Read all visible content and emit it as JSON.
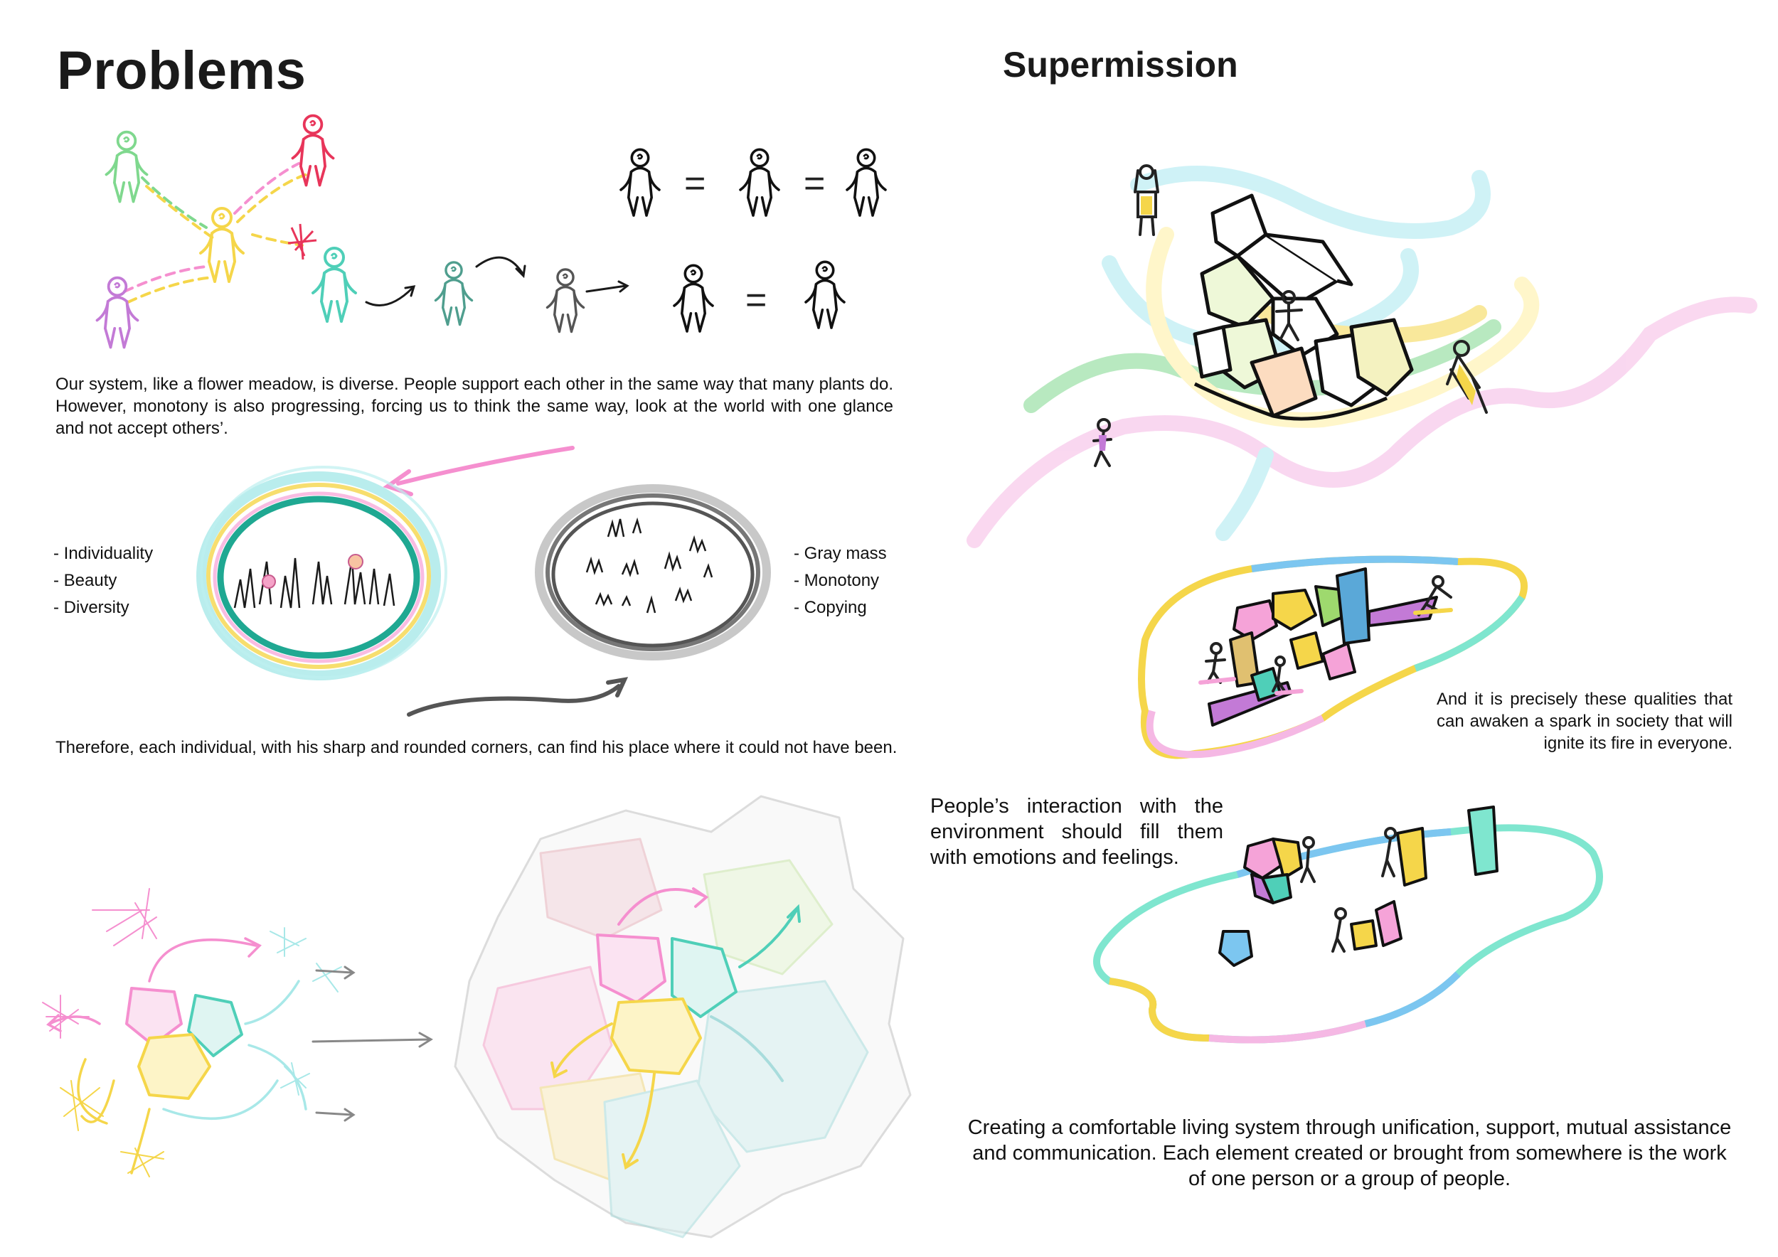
{
  "left": {
    "title": "Problems",
    "intro": "Our system, like a flower meadow, is diverse. People support each other in the same way that many plants do. However, monotony is also progressing, forcing us to think the same way, look at the world with one glance and not accept others’.",
    "left_list": [
      "- Individuality",
      "- Beauty",
      "- Diversity"
    ],
    "right_list": [
      "- Gray mass",
      "- Monotony",
      "- Copying"
    ],
    "conclusion": "Therefore, each individual, with his sharp and rounded corners, can find his place where it could not have been.",
    "equals_sign": "="
  },
  "right": {
    "title": "Supermission",
    "spark_text": "And it is precisely these qualities that can awaken a spark in society that will ignite its fire in everyone.",
    "interaction_text": "People’s interaction with the environment should fill them with emotions and feelings.",
    "final_text": "Creating a comfortable living system through unification, support, mutual assistance and communication. Each element created or brought from somewhere is the work of one person or a group of people."
  },
  "palette": {
    "green": "#7fd88e",
    "pink": "#f58fcf",
    "yellow": "#f5d64a",
    "teal": "#4fcfb8",
    "purple": "#c37ad6",
    "red": "#e8355a",
    "blue": "#7cc6f0",
    "gray": "#7a7a7a",
    "ink": "#1a1a1a"
  }
}
